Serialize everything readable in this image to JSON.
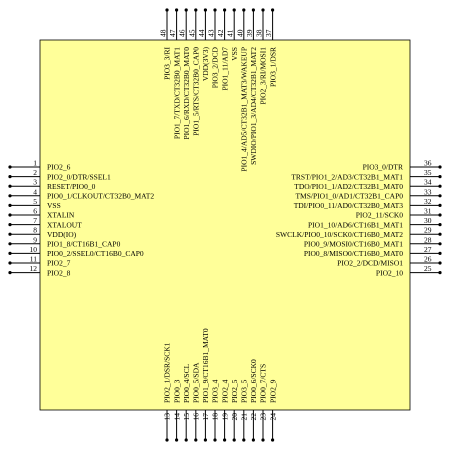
{
  "colors": {
    "body": "#ffff99",
    "outline": "#000000"
  },
  "pins": {
    "left": [
      {
        "num": "1",
        "label": "PIO2_6"
      },
      {
        "num": "2",
        "label": "PIO2_0/DTR/SSEL1"
      },
      {
        "num": "3",
        "label": "RESET/PIO0_0"
      },
      {
        "num": "4",
        "label": "PIO0_1/CLKOUT/CT32B0_MAT2"
      },
      {
        "num": "5",
        "label": "VSS"
      },
      {
        "num": "6",
        "label": "XTALIN"
      },
      {
        "num": "7",
        "label": "XTALOUT"
      },
      {
        "num": "8",
        "label": "VDD(IO)"
      },
      {
        "num": "9",
        "label": "PIO1_8/CT16B1_CAP0"
      },
      {
        "num": "10",
        "label": "PIO0_2/SSEL0/CT16B0_CAP0"
      },
      {
        "num": "11",
        "label": "PIO2_7"
      },
      {
        "num": "12",
        "label": "PIO2_8"
      }
    ],
    "bottom": [
      {
        "num": "13",
        "label": "PIO2_1/DSR/SCK1"
      },
      {
        "num": "14",
        "label": "PIO0_3"
      },
      {
        "num": "15",
        "label": "PIO0_4/SCL"
      },
      {
        "num": "16",
        "label": "PIO0_5/SDA"
      },
      {
        "num": "17",
        "label": "PIO1_9/CT16B1_MAT0"
      },
      {
        "num": "18",
        "label": "PIO3_4"
      },
      {
        "num": "19",
        "label": "PIO2_4"
      },
      {
        "num": "20",
        "label": "PIO2_5"
      },
      {
        "num": "21",
        "label": "PIO3_5"
      },
      {
        "num": "22",
        "label": "PIO0_6/SCK0"
      },
      {
        "num": "23",
        "label": "PIO0_7/CTS"
      },
      {
        "num": "24",
        "label": "PIO2_9"
      }
    ],
    "right": [
      {
        "num": "36",
        "label": "PIO3_0/DTR"
      },
      {
        "num": "35",
        "label": "TRST/PIO1_2/AD3/CT32B1_MAT1"
      },
      {
        "num": "34",
        "label": "TDO/PIO1_1/AD2/CT32B1_MAT0"
      },
      {
        "num": "33",
        "label": "TMS/PIO1_0/AD1/CT32B1_CAP0"
      },
      {
        "num": "32",
        "label": "TDI/PIO0_11/AD0/CT32B0_MAT3"
      },
      {
        "num": "31",
        "label": "PIO2_11/SCK0"
      },
      {
        "num": "30",
        "label": "PIO1_10/AD6/CT16B1_MAT1"
      },
      {
        "num": "29",
        "label": "SWCLK/PIO0_10/SCK0/CT16B0_MAT2"
      },
      {
        "num": "28",
        "label": "PIO0_9/MOSI0/CT16B0_MAT1"
      },
      {
        "num": "27",
        "label": "PIO0_8/MISO0/CT16B0_MAT0"
      },
      {
        "num": "26",
        "label": "PIO2_2/DCD/MISO1"
      },
      {
        "num": "25",
        "label": "PIO2_10"
      }
    ],
    "top": [
      {
        "num": "48",
        "label": "PIO3_3/RI"
      },
      {
        "num": "47",
        "label": "PIO1_7/TXD/CT32B0_MAT1"
      },
      {
        "num": "46",
        "label": "PIO1_6/RXD/CT32B0_MAT0"
      },
      {
        "num": "45",
        "label": "PIO1_5/RTS/CT32B0_CAP0"
      },
      {
        "num": "44",
        "label": "VDD(3V3)"
      },
      {
        "num": "43",
        "label": "PIO3_2/DCD"
      },
      {
        "num": "42",
        "label": "PIO1_11/AD7"
      },
      {
        "num": "41",
        "label": "VSS"
      },
      {
        "num": "40",
        "label": "PIO1_4/AD5/CT32B1_MAT3/WAKEUP"
      },
      {
        "num": "39",
        "label": "SWDIO/PIO1_3/AD4/CT32B1_MAT2"
      },
      {
        "num": "38",
        "label": "PIO2_3/RI/MOSI1"
      },
      {
        "num": "37",
        "label": "PIO3_1/DSR"
      }
    ]
  }
}
